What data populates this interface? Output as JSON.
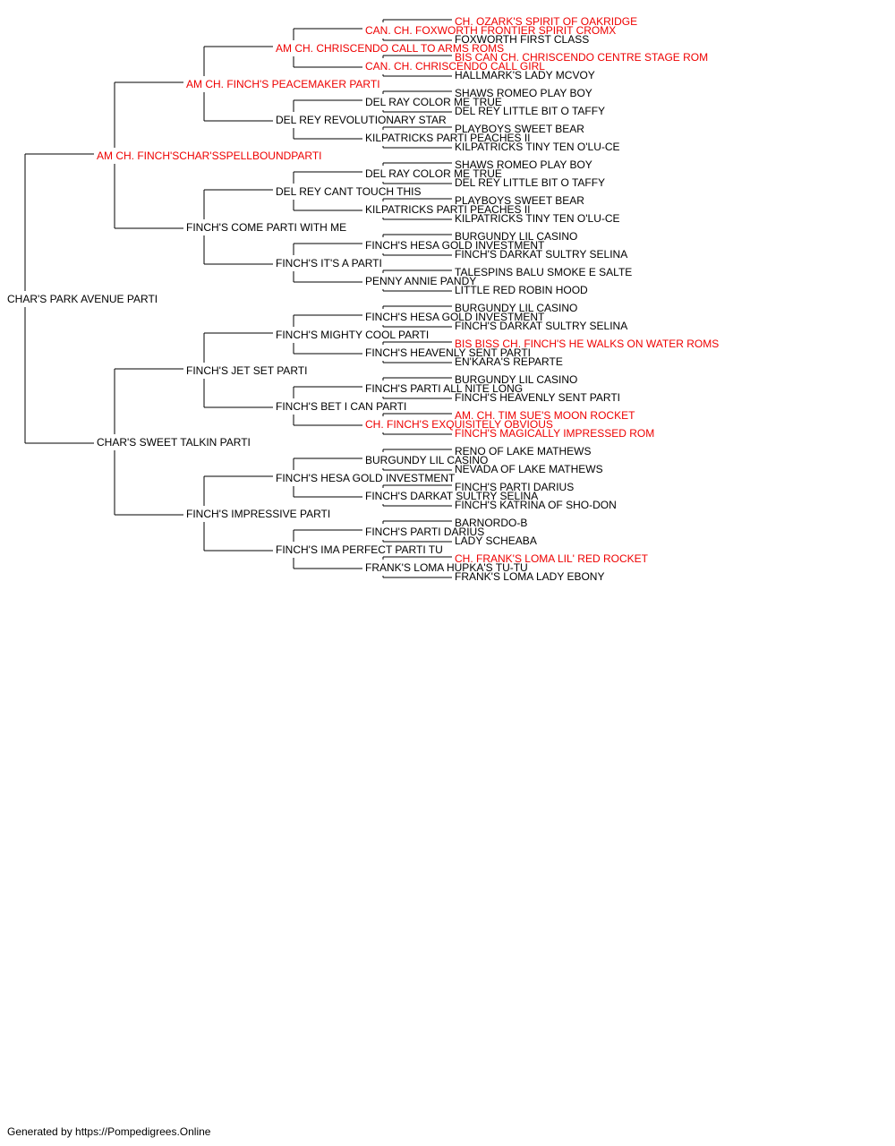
{
  "colors": {
    "champion": "#ee0000",
    "regular": "#000000",
    "line": "#000000"
  },
  "footer": "Generated by https://Pompedigrees.Online",
  "pedigree": [
    {
      "gen": 0,
      "name": "CHAR'S PARK AVENUE PARTI",
      "champion": false
    },
    {
      "gen": 1,
      "name": "AM CH. FINCH'SCHAR'SSPELLBOUNDPARTI",
      "champion": true
    },
    {
      "gen": 1,
      "name": "CHAR'S SWEET TALKIN PARTI",
      "champion": false
    },
    {
      "gen": 2,
      "name": "AM CH. FINCH'S PEACEMAKER PARTI",
      "champion": true
    },
    {
      "gen": 2,
      "name": "FINCH'S COME PARTI WITH ME",
      "champion": false
    },
    {
      "gen": 2,
      "name": "FINCH'S JET SET PARTI",
      "champion": false
    },
    {
      "gen": 2,
      "name": "FINCH'S IMPRESSIVE PARTI",
      "champion": false
    },
    {
      "gen": 3,
      "name": "AM CH. CHRISCENDO CALL TO ARMS ROMS",
      "champion": true
    },
    {
      "gen": 3,
      "name": "DEL REY REVOLUTIONARY STAR",
      "champion": false
    },
    {
      "gen": 3,
      "name": "DEL REY CANT TOUCH THIS",
      "champion": false
    },
    {
      "gen": 3,
      "name": "FINCH'S IT'S A PARTI",
      "champion": false
    },
    {
      "gen": 3,
      "name": "FINCH'S MIGHTY COOL PARTI",
      "champion": false
    },
    {
      "gen": 3,
      "name": "FINCH'S BET I CAN PARTI",
      "champion": false
    },
    {
      "gen": 3,
      "name": "FINCH'S HESA GOLD INVESTMENT",
      "champion": false
    },
    {
      "gen": 3,
      "name": "FINCH'S IMA PERFECT PARTI TU",
      "champion": false
    },
    {
      "gen": 4,
      "name": "CAN. CH. FOXWORTH FRONTIER SPIRIT CROMX",
      "champion": true
    },
    {
      "gen": 4,
      "name": "CAN. CH. CHRISCENDO CALL GIRL",
      "champion": true
    },
    {
      "gen": 4,
      "name": "DEL RAY COLOR ME TRUE",
      "champion": false
    },
    {
      "gen": 4,
      "name": "KILPATRICKS PARTI PEACHES II",
      "champion": false
    },
    {
      "gen": 4,
      "name": "DEL RAY COLOR ME TRUE",
      "champion": false
    },
    {
      "gen": 4,
      "name": "KILPATRICKS PARTI PEACHES II",
      "champion": false
    },
    {
      "gen": 4,
      "name": "FINCH'S HESA GOLD INVESTMENT",
      "champion": false
    },
    {
      "gen": 4,
      "name": "PENNY ANNIE PANDY",
      "champion": false
    },
    {
      "gen": 4,
      "name": "FINCH'S HESA GOLD INVESTMENT",
      "champion": false
    },
    {
      "gen": 4,
      "name": "FINCH'S HEAVENLY SENT PARTI",
      "champion": false
    },
    {
      "gen": 4,
      "name": "FINCH'S PARTI ALL NITE LONG",
      "champion": false
    },
    {
      "gen": 4,
      "name": "CH. FINCH'S EXQUISITELY OBVIOUS",
      "champion": true
    },
    {
      "gen": 4,
      "name": "BURGUNDY LIL CASINO",
      "champion": false
    },
    {
      "gen": 4,
      "name": "FINCH'S DARKAT SULTRY SELINA",
      "champion": false
    },
    {
      "gen": 4,
      "name": "FINCH'S PARTI DARIUS",
      "champion": false
    },
    {
      "gen": 4,
      "name": "FRANK'S LOMA HUPKA'S TU-TU",
      "champion": false
    },
    {
      "gen": 5,
      "name": "CH. OZARK'S SPIRIT OF OAKRIDGE",
      "champion": true
    },
    {
      "gen": 5,
      "name": "FOXWORTH FIRST CLASS",
      "champion": false
    },
    {
      "gen": 5,
      "name": "BIS CAN CH. CHRISCENDO CENTRE STAGE ROM",
      "champion": true
    },
    {
      "gen": 5,
      "name": "HALLMARK'S LADY MCVOY",
      "champion": false
    },
    {
      "gen": 5,
      "name": "SHAWS ROMEO PLAY BOY",
      "champion": false
    },
    {
      "gen": 5,
      "name": "DEL REY LITTLE BIT O TAFFY",
      "champion": false
    },
    {
      "gen": 5,
      "name": "PLAYBOYS SWEET BEAR",
      "champion": false
    },
    {
      "gen": 5,
      "name": "KILPATRICKS TINY TEN O'LU-CE",
      "champion": false
    },
    {
      "gen": 5,
      "name": "SHAWS ROMEO PLAY BOY",
      "champion": false
    },
    {
      "gen": 5,
      "name": "DEL REY LITTLE BIT O TAFFY",
      "champion": false
    },
    {
      "gen": 5,
      "name": "PLAYBOYS SWEET BEAR",
      "champion": false
    },
    {
      "gen": 5,
      "name": "KILPATRICKS TINY TEN O'LU-CE",
      "champion": false
    },
    {
      "gen": 5,
      "name": "BURGUNDY LIL CASINO",
      "champion": false
    },
    {
      "gen": 5,
      "name": "FINCH'S DARKAT SULTRY SELINA",
      "champion": false
    },
    {
      "gen": 5,
      "name": "TALESPINS BALU SMOKE E SALTE",
      "champion": false
    },
    {
      "gen": 5,
      "name": "LITTLE RED ROBIN HOOD",
      "champion": false
    },
    {
      "gen": 5,
      "name": "BURGUNDY LIL CASINO",
      "champion": false
    },
    {
      "gen": 5,
      "name": "FINCH'S DARKAT SULTRY SELINA",
      "champion": false
    },
    {
      "gen": 5,
      "name": "BIS BISS CH. FINCH'S HE WALKS ON WATER ROMS",
      "champion": true
    },
    {
      "gen": 5,
      "name": "EN'KARA'S REPARTE",
      "champion": false
    },
    {
      "gen": 5,
      "name": "BURGUNDY LIL CASINO",
      "champion": false
    },
    {
      "gen": 5,
      "name": "FINCH'S HEAVENLY SENT PARTI",
      "champion": false
    },
    {
      "gen": 5,
      "name": "AM. CH. TIM SUE'S MOON ROCKET",
      "champion": true
    },
    {
      "gen": 5,
      "name": "FINCH'S MAGICALLY IMPRESSED ROM",
      "champion": true
    },
    {
      "gen": 5,
      "name": "RENO OF LAKE MATHEWS",
      "champion": false
    },
    {
      "gen": 5,
      "name": "NEVADA OF LAKE MATHEWS",
      "champion": false
    },
    {
      "gen": 5,
      "name": "FINCH'S PARTI DARIUS",
      "champion": false
    },
    {
      "gen": 5,
      "name": "FINCH'S KATRINA OF SHO-DON",
      "champion": false
    },
    {
      "gen": 5,
      "name": "BARNORDO-B",
      "champion": false
    },
    {
      "gen": 5,
      "name": "LADY SCHEABA",
      "champion": false
    },
    {
      "gen": 5,
      "name": "CH. FRANK'S LOMA LIL' RED ROCKET",
      "champion": true
    },
    {
      "gen": 5,
      "name": "FRANK'S LOMA LADY EBONY",
      "champion": false
    }
  ]
}
